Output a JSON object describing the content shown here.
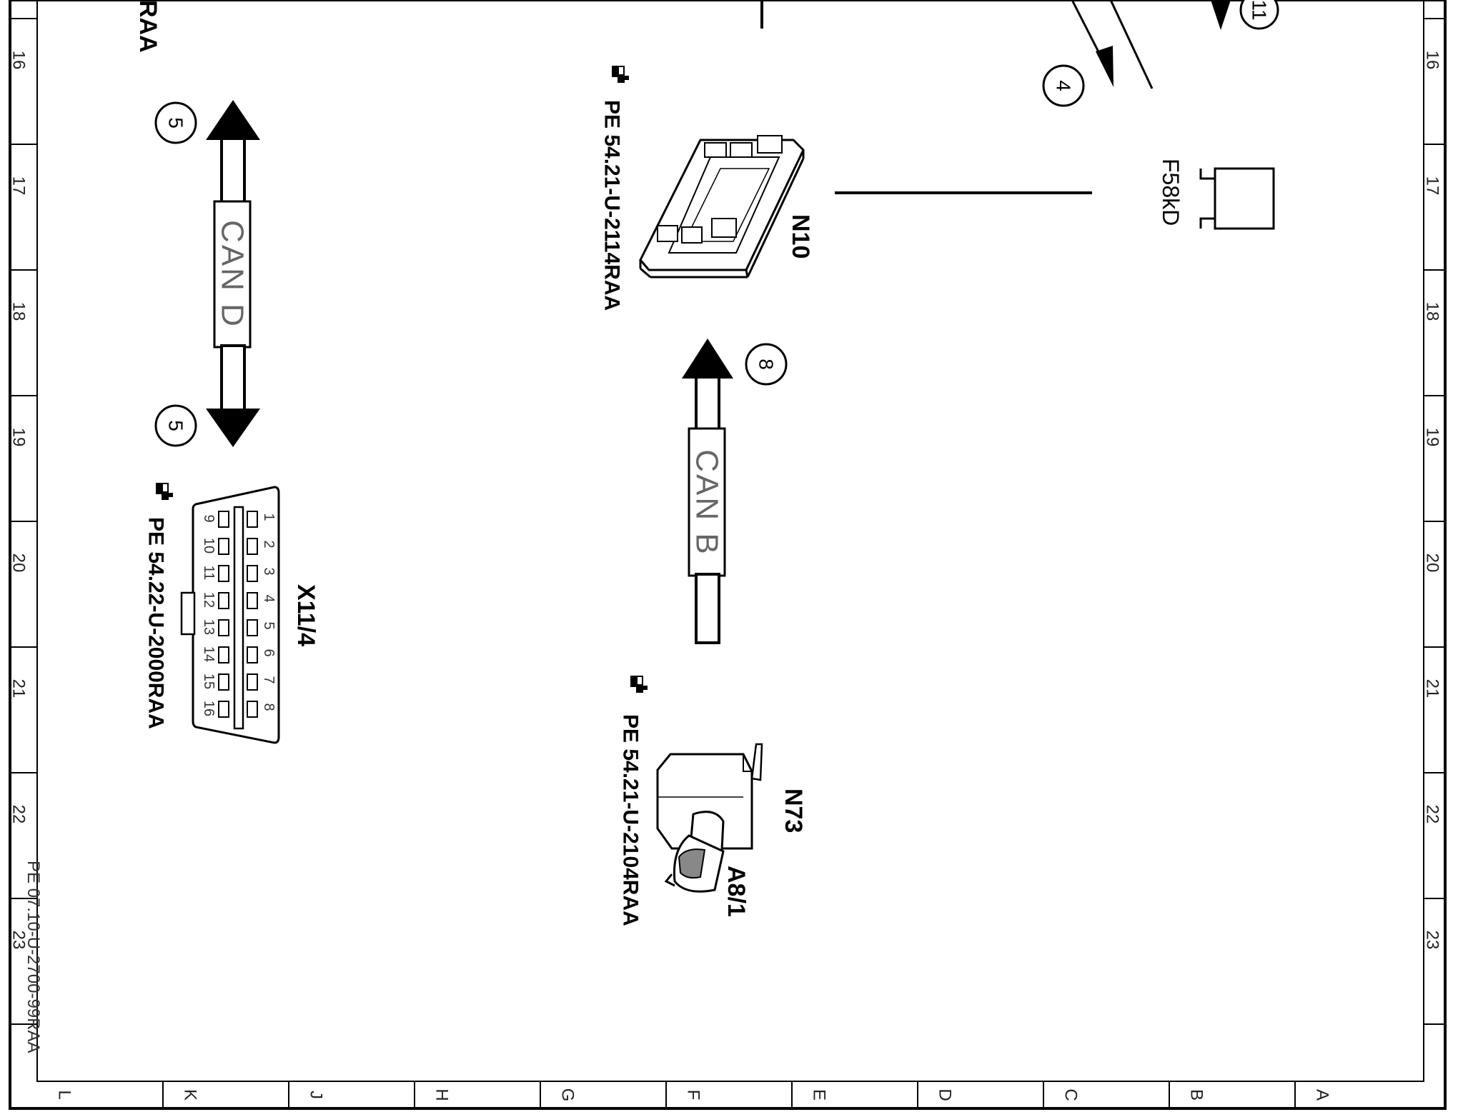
{
  "frame": {
    "row_numbers": [
      "16",
      "17",
      "18",
      "19",
      "20",
      "21",
      "22",
      "23"
    ],
    "column_letters": [
      "L",
      "K",
      "J",
      "H",
      "G",
      "F",
      "E",
      "D",
      "C",
      "B",
      "A"
    ],
    "drawing_number": "PE 07.10-U-2700-99RAA",
    "partial_top_text": "RAA"
  },
  "components": {
    "n10": {
      "label": "N10",
      "ref": "PE 54.21-U-2114RAA"
    },
    "f58kd": {
      "label": "F58kD"
    },
    "x11_4": {
      "label": "X11/4",
      "ref": "PE 54.22-U-2000RAA",
      "pins_row1": [
        "1",
        "2",
        "3",
        "4",
        "5",
        "6",
        "7",
        "8"
      ],
      "pins_row2": [
        "9",
        "10",
        "11",
        "12",
        "13",
        "14",
        "15",
        "16"
      ]
    },
    "n73": {
      "label": "N73",
      "sublabel": "A8/1",
      "ref": "PE 54.21-U-2104RAA"
    }
  },
  "buses": {
    "can_d": {
      "label": "CAN D",
      "bubble_top": "5",
      "bubble_bottom": "5"
    },
    "can_b": {
      "label": "CAN B",
      "bubble": "8"
    }
  },
  "connectors": {
    "bubble_4": "4",
    "bubble_11": "11"
  }
}
